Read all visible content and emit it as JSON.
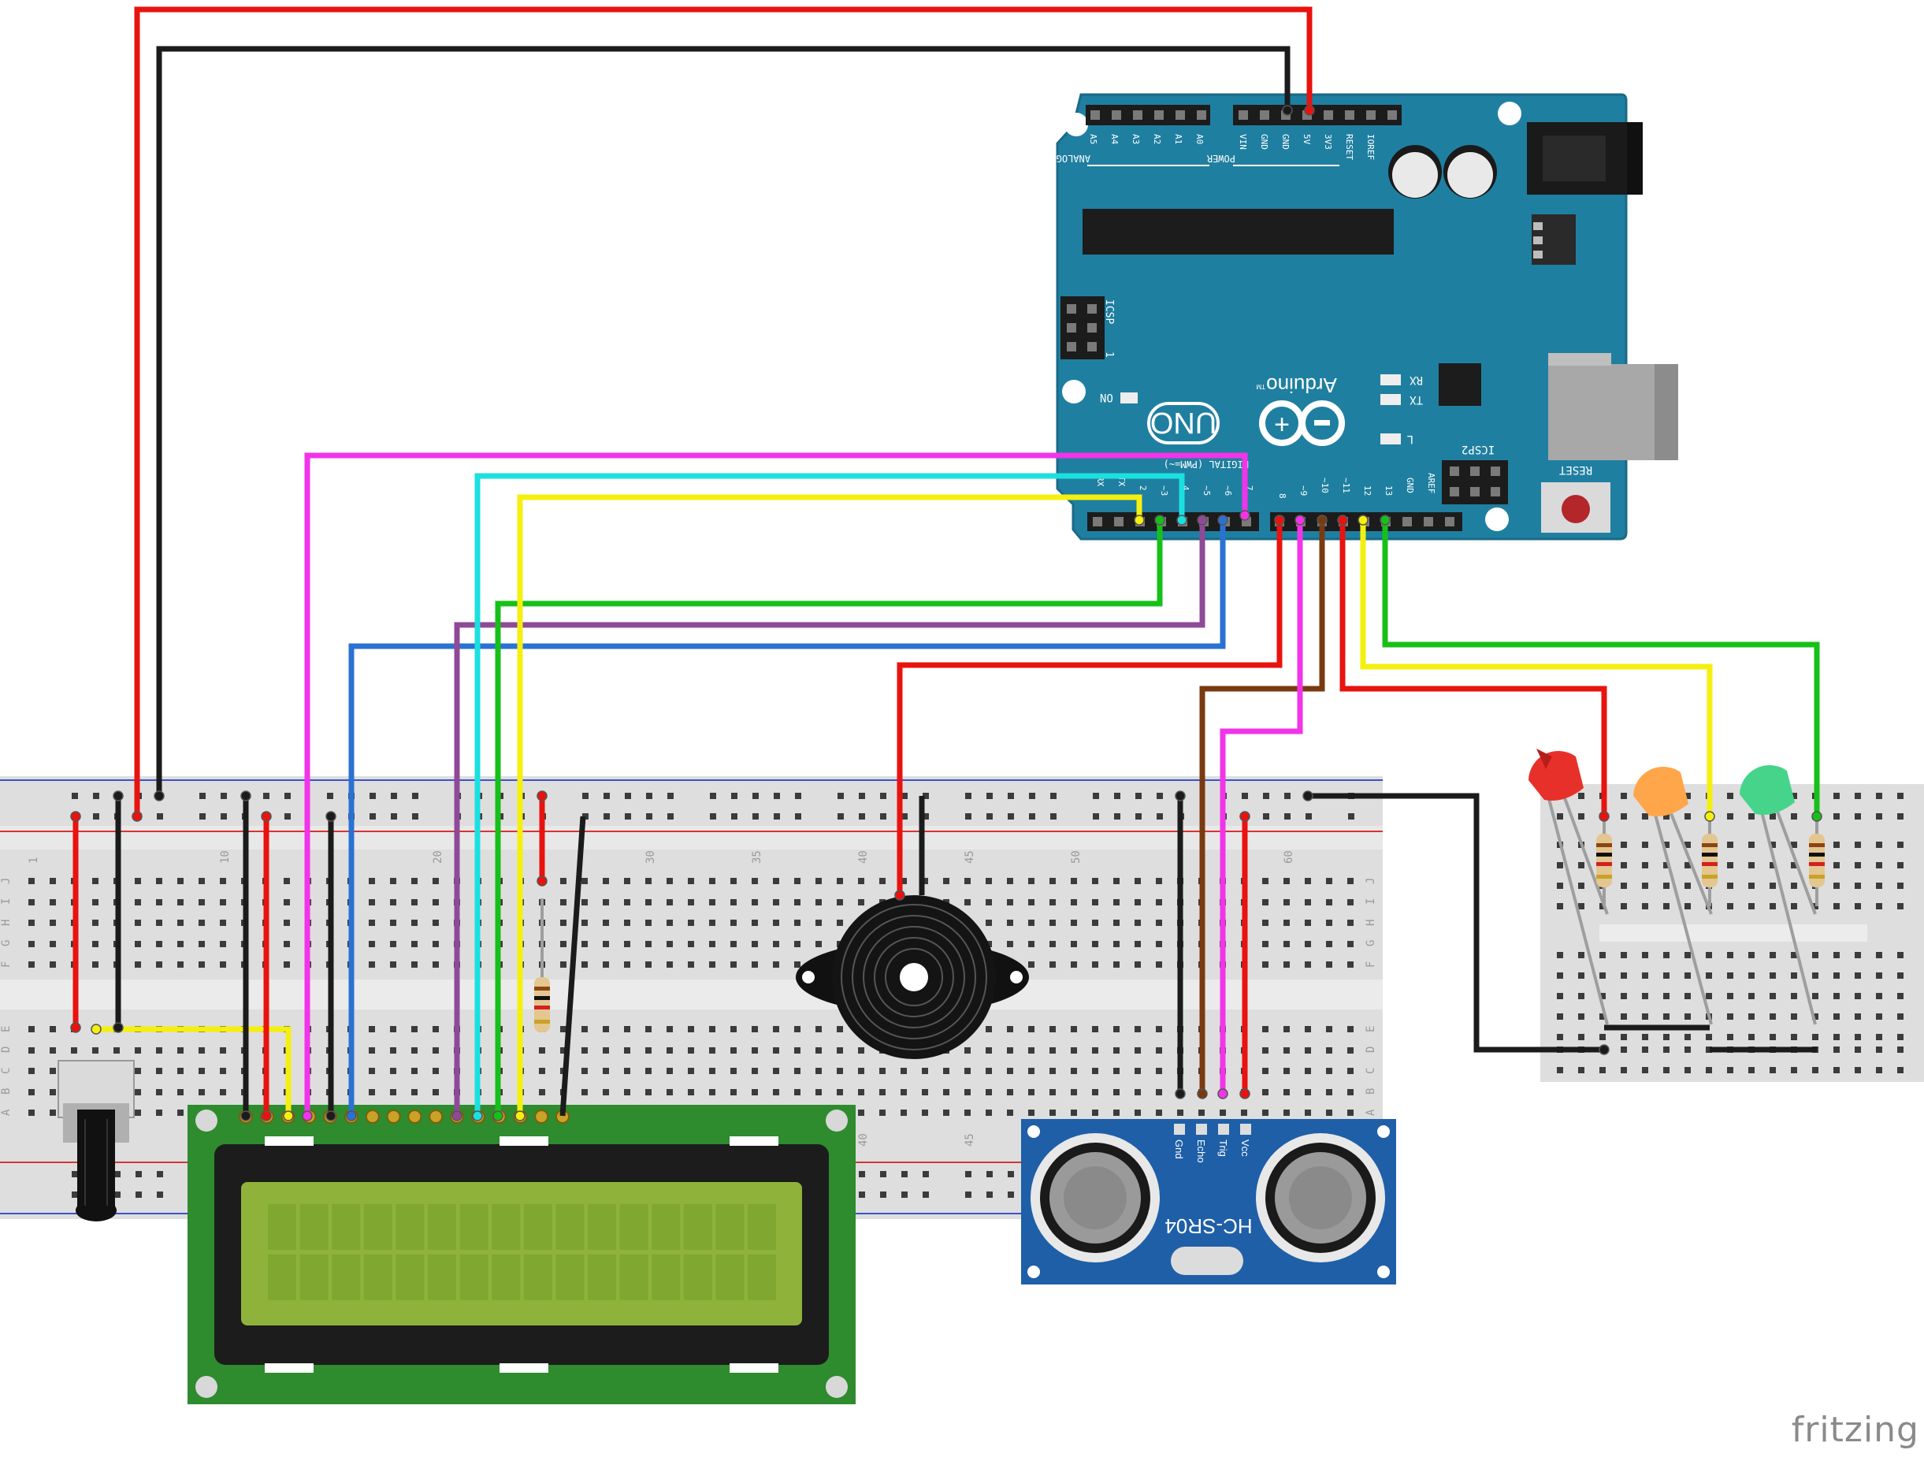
{
  "watermark": "fritzing",
  "arduino": {
    "logo": "UNO",
    "brand": "Arduino",
    "tm": "TM",
    "header_analog": [
      "A5",
      "A4",
      "A3",
      "A2",
      "A1",
      "A0"
    ],
    "analog_label": "ANALOG IN",
    "header_power": [
      "VIN",
      "GND",
      "GND",
      "5V",
      "3V3",
      "RESET",
      "IOREF"
    ],
    "power_label": "POWER",
    "icsp": "ICSP",
    "icsp_pin": "1",
    "icsp2": "ICSP2",
    "on": "ON",
    "rx": "RX",
    "tx": "TX",
    "l": "L",
    "digital_label": "DIGITAL (PWM=~)",
    "digital_left": [
      "RX",
      "TX",
      "2",
      "~3",
      "4",
      "~5",
      "~6",
      "7"
    ],
    "digital_right": [
      "8",
      "~9",
      "~10",
      "~11",
      "12",
      "13",
      "GND",
      "AREF"
    ],
    "reset": "RESET"
  },
  "breadboard": {
    "rows_top": [
      "J",
      "I",
      "H",
      "G",
      "F"
    ],
    "rows_bottom": [
      "E",
      "D",
      "C",
      "B",
      "A"
    ],
    "numbers": [
      "1",
      "10",
      "20",
      "30",
      "35",
      "40",
      "45",
      "50",
      "60"
    ],
    "numbers_bottom": [
      "40",
      "45"
    ]
  },
  "sensor": {
    "model": "HC-SR04",
    "pins": [
      "Gnd",
      "Echo",
      "Trig",
      "Vcc"
    ]
  },
  "colors": {
    "red": "#e8130f",
    "black": "#1b1b1b",
    "yellow": "#f5ef0f",
    "magenta": "#f234e8",
    "cyan": "#1be0e0",
    "green": "#17c019",
    "purple": "#8e4a97",
    "blue": "#2a72d2",
    "brown": "#7a3a10",
    "board": "#1f7fa0",
    "lcd_pcb": "#2e8b2e",
    "lcd_screen": "#8fb33a",
    "sensor_pcb": "#1f5fa8"
  }
}
